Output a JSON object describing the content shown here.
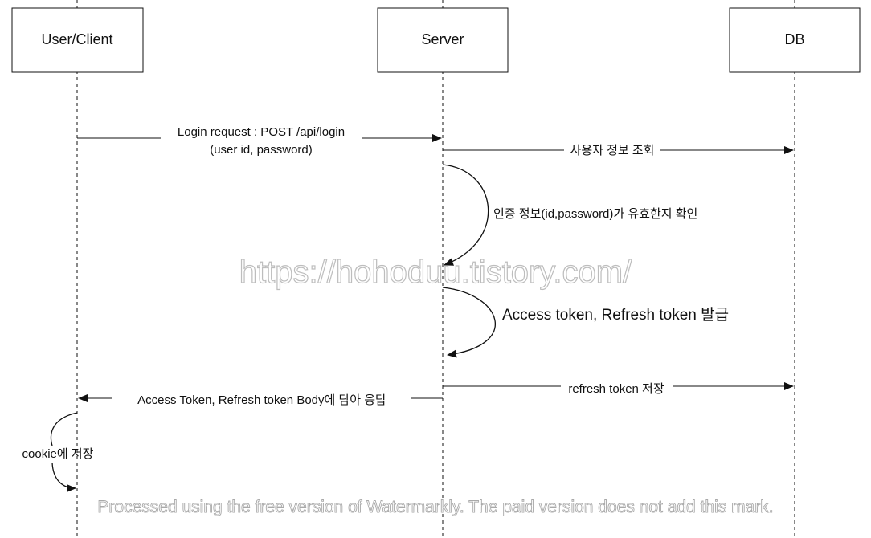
{
  "participants": {
    "client": "User/Client",
    "server": "Server",
    "db": "DB"
  },
  "messages": {
    "login_request": "Login request : POST /api/login",
    "login_params": "(user id, password)",
    "user_lookup": "사용자 정보 조회",
    "validate_credentials": "인증 정보(id,password)가 유효한지 확인",
    "issue_tokens": "Access token, Refresh token 발급",
    "store_refresh": "refresh token 저장",
    "respond_tokens": "Access Token, Refresh token  Body에 담아 응답",
    "store_cookie": "cookie에 저장"
  },
  "watermarks": {
    "url": "https://hohoduu.tistory.com/",
    "notice": "Processed using the free version of Watermarkly. The paid version does not add this mark."
  },
  "colors": {
    "line": "#111111",
    "box_border": "#111111",
    "background": "#ffffff"
  }
}
